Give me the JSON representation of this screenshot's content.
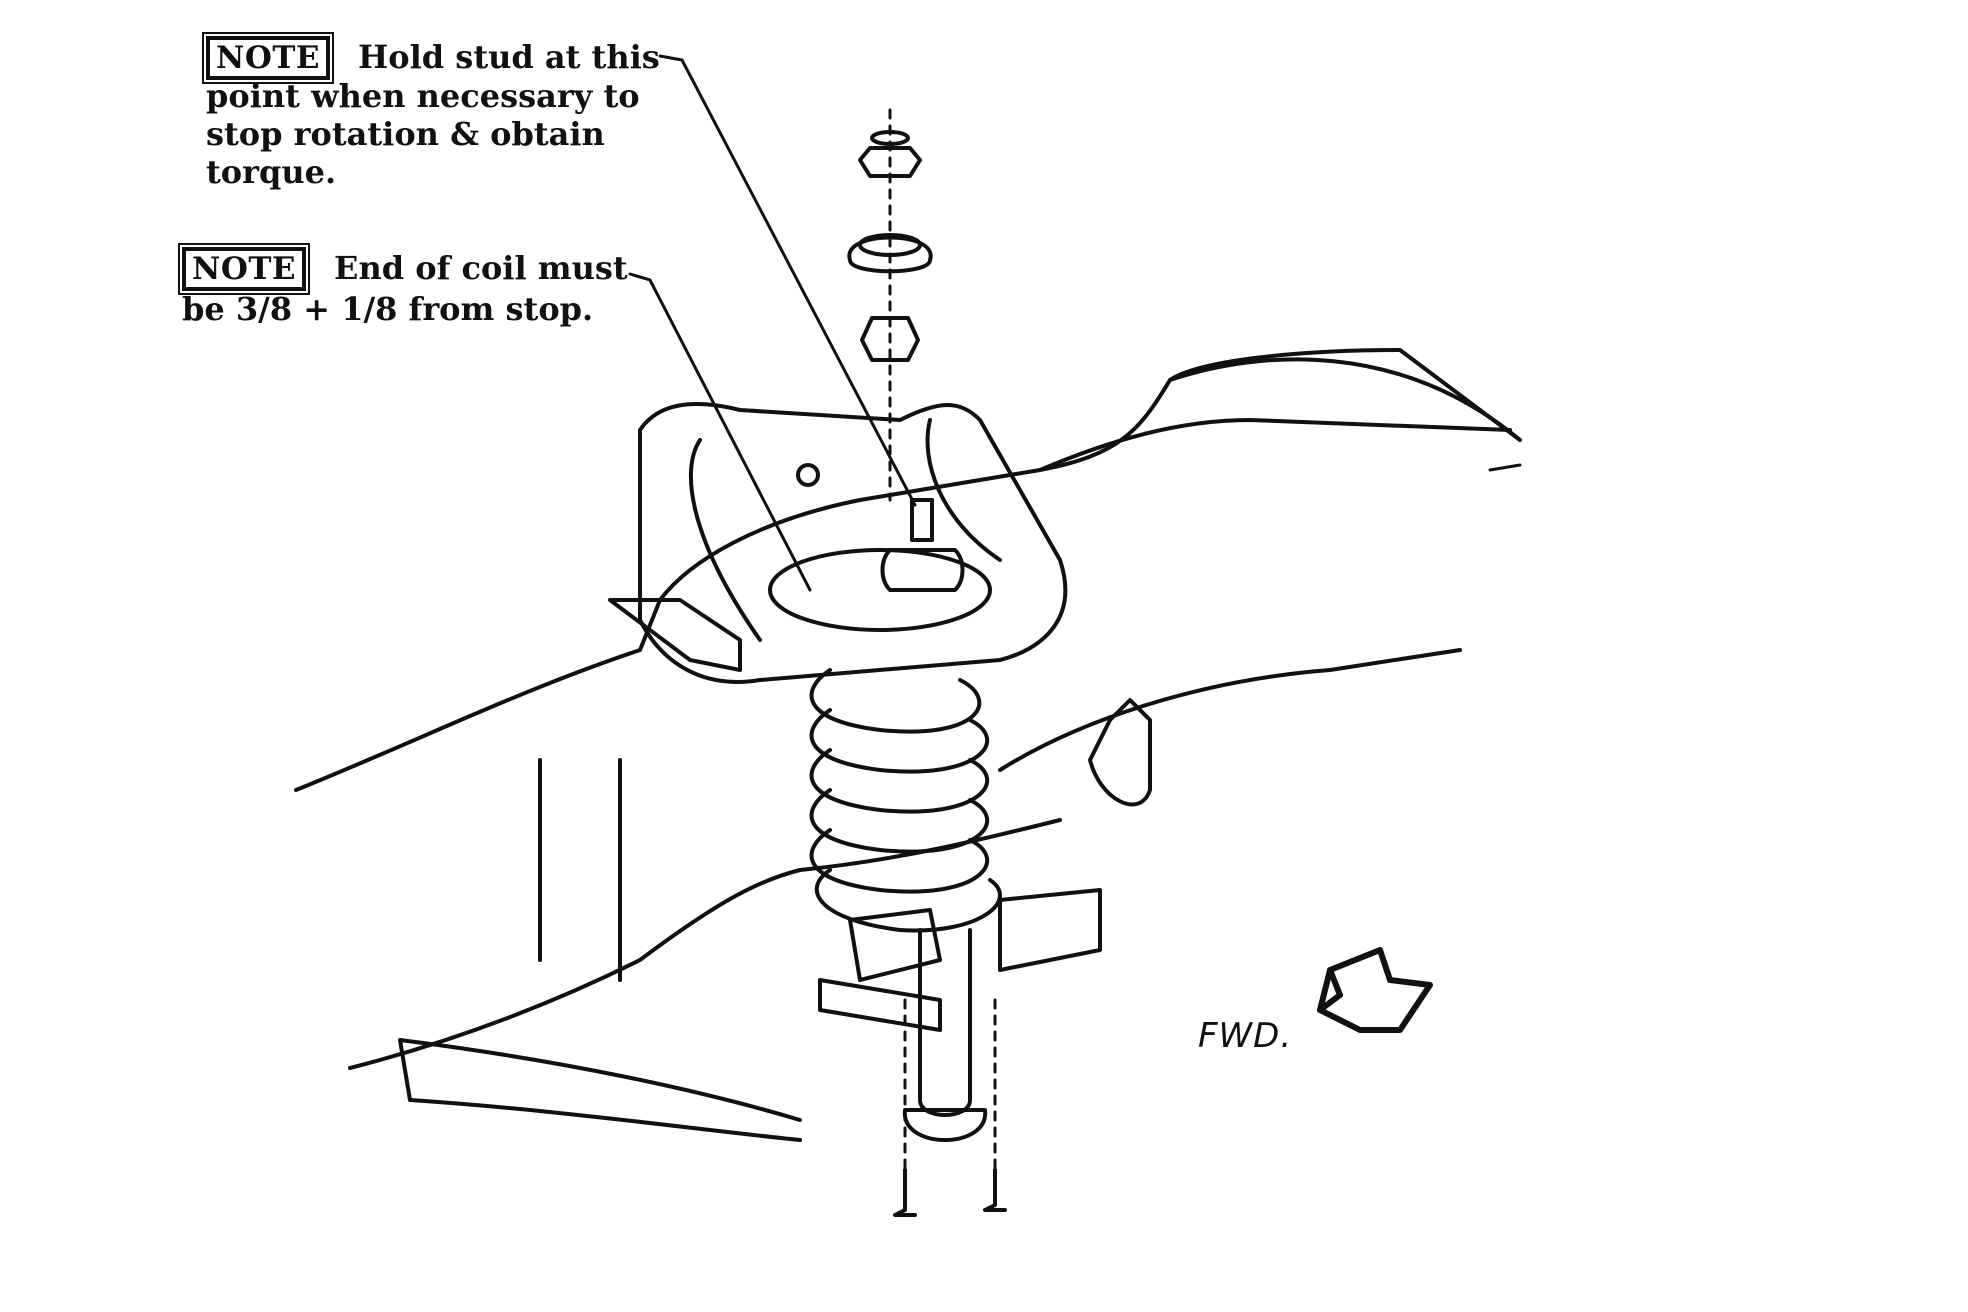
{
  "notes": [
    {
      "tag": "NOTE",
      "lines": [
        "Hold stud at this",
        "point when necessary to",
        "stop rotation & obtain",
        "torque."
      ]
    },
    {
      "tag": "NOTE",
      "lines": [
        "End of coil must",
        "be 3/8 + 1/8 from stop."
      ]
    }
  ],
  "direction_label": "FWD.",
  "icons": [
    "forward-arrow-icon"
  ]
}
